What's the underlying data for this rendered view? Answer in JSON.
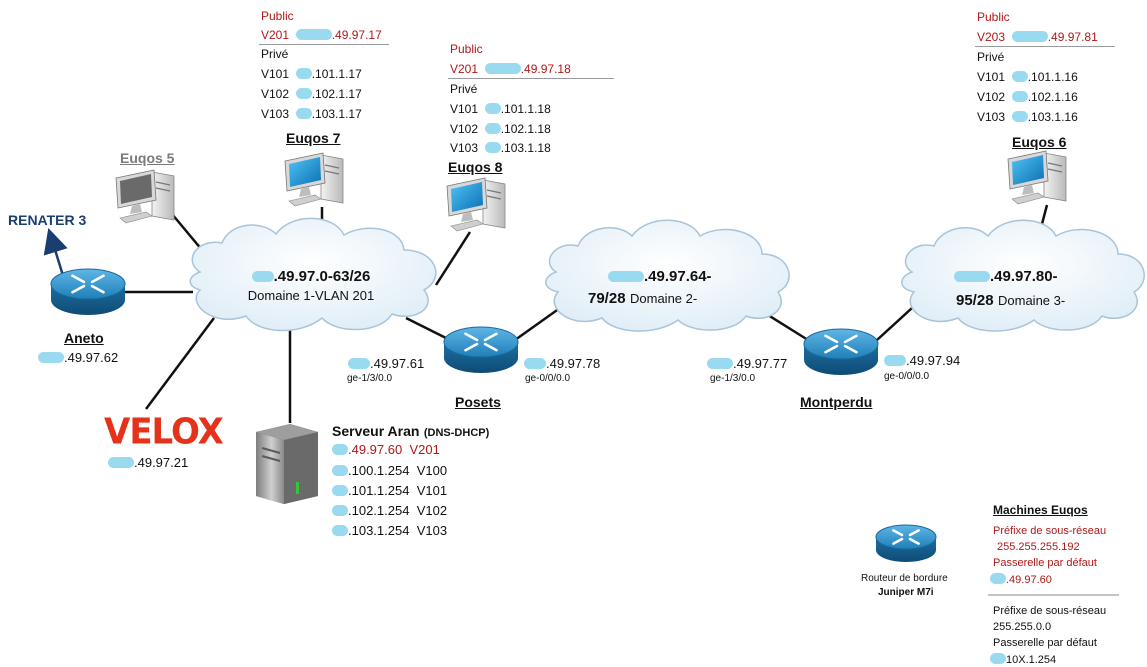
{
  "title": "",
  "clouds": {
    "d1": {
      "net": ".49.97.0-63/26",
      "label": "Domaine 1-VLAN 201"
    },
    "d2": {
      "net": ".49.97.64-",
      "net2": "79/28",
      "label": "Domaine 2-"
    },
    "d3": {
      "net": ".49.97.80-",
      "net2": "95/28",
      "label": "Domaine 3-"
    }
  },
  "routers": {
    "aneto": {
      "name": "Aneto",
      "ip": ".49.97.62"
    },
    "posets": {
      "name": "Posets",
      "ip_left": ".49.97.61",
      "if_left": "ge-1/3/0.0",
      "ip_right": ".49.97.78",
      "if_right": "ge-0/0/0.0"
    },
    "montperdu": {
      "name": "Montperdu",
      "ip_left": ".49.97.77",
      "if_left": "ge-1/3/0.0",
      "ip_right": ".49.97.94",
      "if_right": "ge-0/0/0.0"
    }
  },
  "renater": "RENATER 3",
  "velox": {
    "logo": "VELOX",
    "ip": ".49.97.21"
  },
  "euqos5": {
    "name": "Euqos 5"
  },
  "euqos7": {
    "name": "Euqos 7",
    "public_label": "Public",
    "public_line": {
      "vlan": "V201",
      "ip": ".49.97.17"
    },
    "prive_label": "Privé",
    "prive": [
      {
        "vlan": "V101",
        "ip": ".101.1.17"
      },
      {
        "vlan": "V102",
        "ip": ".102.1.17"
      },
      {
        "vlan": "V103",
        "ip": ".103.1.17"
      }
    ]
  },
  "euqos8": {
    "name": "Euqos 8",
    "public_label": "Public",
    "public_line": {
      "vlan": "V201",
      "ip": ".49.97.18"
    },
    "prive_label": "Privé",
    "prive": [
      {
        "vlan": "V101",
        "ip": ".101.1.18"
      },
      {
        "vlan": "V102",
        "ip": ".102.1.18"
      },
      {
        "vlan": "V103",
        "ip": ".103.1.18"
      }
    ]
  },
  "euqos6": {
    "name": "Euqos 6",
    "public_label": "Public",
    "public_line": {
      "vlan": "V203",
      "ip": ".49.97.81"
    },
    "prive_label": "Privé",
    "prive": [
      {
        "vlan": "V101",
        "ip": ".101.1.16"
      },
      {
        "vlan": "V102",
        "ip": ".102.1.16"
      },
      {
        "vlan": "V103",
        "ip": ".103.1.16"
      }
    ]
  },
  "server": {
    "name": "Serveur Aran",
    "role": "(DNS-DHCP)",
    "lines": [
      {
        "ip": ".49.97.60",
        "vlan": "V201",
        "red": true
      },
      {
        "ip": ".100.1.254",
        "vlan": "V100",
        "red": false
      },
      {
        "ip": ".101.1.254",
        "vlan": "V101",
        "red": false
      },
      {
        "ip": ".102.1.254",
        "vlan": "V102",
        "red": false
      },
      {
        "ip": ".103.1.254",
        "vlan": "V103",
        "red": false
      }
    ]
  },
  "legend": {
    "router_caption1": "Routeur de bordure",
    "router_caption2": "Juniper M7i",
    "title": "Machines Euqos",
    "pub_prefix_label": "Préfixe de sous-réseau",
    "pub_prefix": "255.255.255.192",
    "pub_gw_label": "Passerelle par défaut",
    "pub_gw": ".49.97.60",
    "priv_prefix_label": "Préfixe de sous-réseau",
    "priv_prefix": "255.255.0.0",
    "priv_gw_label": "Passerelle par défaut",
    "priv_gw": "10X.1.254"
  },
  "colors": {
    "router_blue": "#2a8cc4",
    "cloud_fill": "#e9f3fa",
    "cloud_stroke": "#a9c4d8",
    "red_text": "#b01818",
    "redaction": "#8fd6f0",
    "velox_red": "#e5331b"
  }
}
